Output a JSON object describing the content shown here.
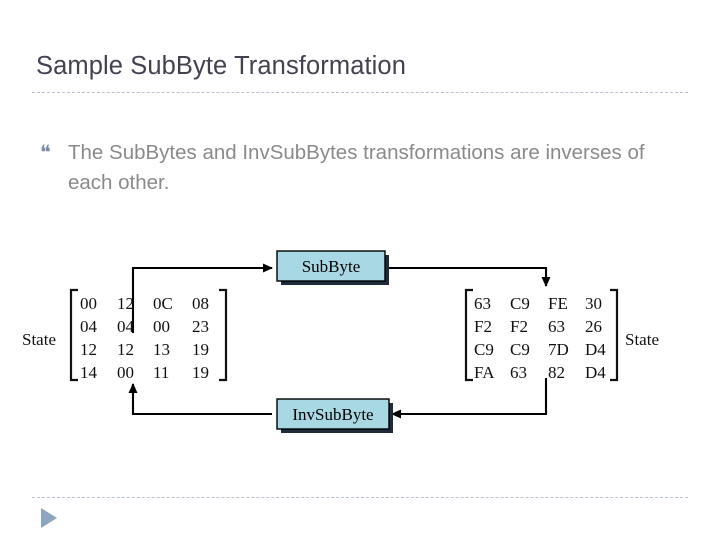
{
  "slide": {
    "title": "Sample SubByte Transformation",
    "bullet_glyph": "❝",
    "bullet_text": "The SubBytes and InvSubBytes transformations are inverses of each other.",
    "accent_color": "#b9c3cf",
    "title_color": "#434250",
    "body_color": "#8a8a8a",
    "box_fill": "#a8d8e4",
    "box_stroke": "#000000",
    "box_shadow": "#1d2b3a",
    "nav_color": "#8ea5c0"
  },
  "diagram": {
    "left_state_label": "State",
    "right_state_label": "State",
    "forward_box_label": "SubByte",
    "inverse_box_label": "InvSubByte",
    "left_matrix": [
      [
        "00",
        "12",
        "0C",
        "08"
      ],
      [
        "04",
        "04",
        "00",
        "23"
      ],
      [
        "12",
        "12",
        "13",
        "19"
      ],
      [
        "14",
        "00",
        "11",
        "19"
      ]
    ],
    "right_matrix": [
      [
        "63",
        "C9",
        "FE",
        "30"
      ],
      [
        "F2",
        "F2",
        "63",
        "26"
      ],
      [
        "C9",
        "C9",
        "7D",
        "D4"
      ],
      [
        "FA",
        "63",
        "82",
        "D4"
      ]
    ]
  },
  "footer": {
    "nav_icon": "play-triangle"
  }
}
